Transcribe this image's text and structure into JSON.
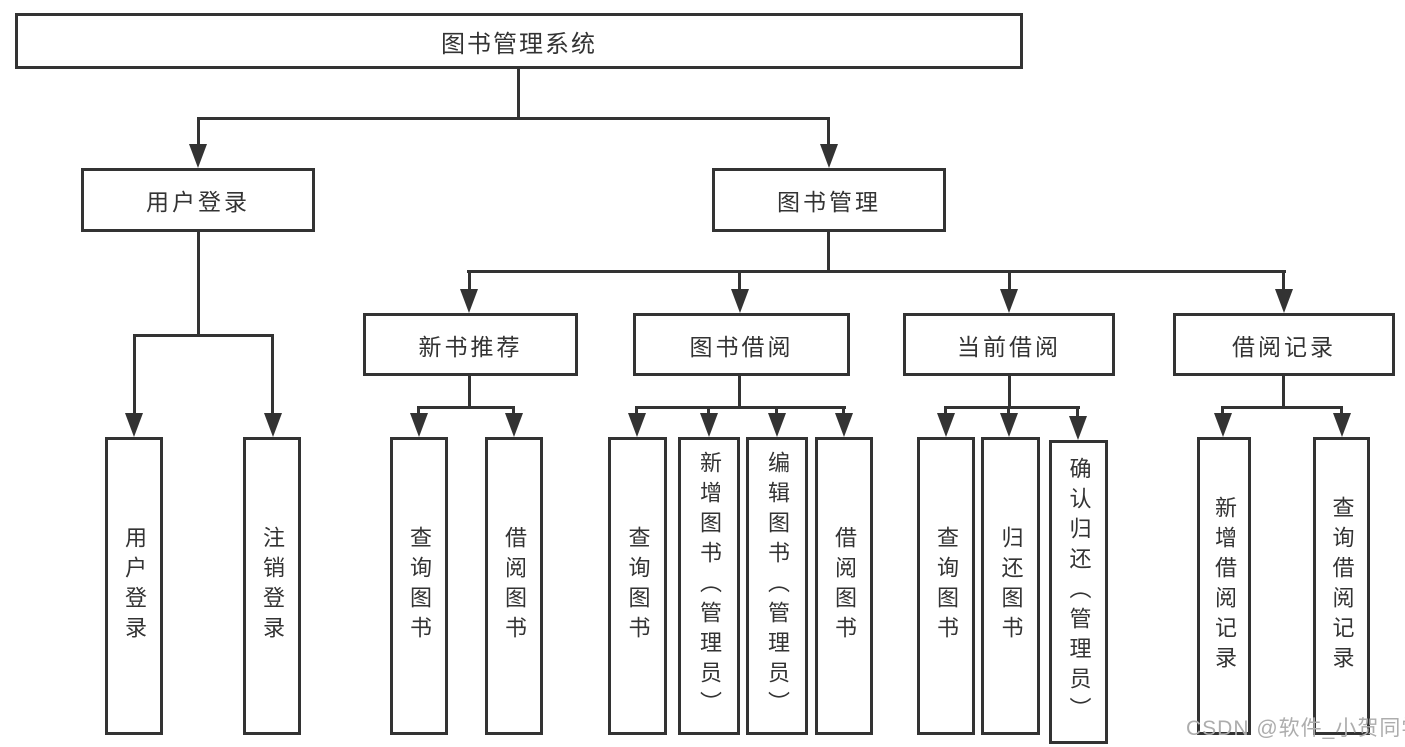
{
  "tree": {
    "root": {
      "label": "图书管理系统"
    },
    "children": [
      {
        "label": "用户登录",
        "children": [
          {
            "label": "用户登录"
          },
          {
            "label": "注销登录"
          }
        ]
      },
      {
        "label": "图书管理",
        "children": [
          {
            "label": "新书推荐",
            "children": [
              {
                "label": "查询图书"
              },
              {
                "label": "借阅图书"
              }
            ]
          },
          {
            "label": "图书借阅",
            "children": [
              {
                "label": "查询图书"
              },
              {
                "label": "新增图书（管理员）"
              },
              {
                "label": "编辑图书（管理员）"
              },
              {
                "label": "借阅图书"
              }
            ]
          },
          {
            "label": "当前借阅",
            "children": [
              {
                "label": "查询图书"
              },
              {
                "label": "归还图书"
              },
              {
                "label": "确认归还（管理员）"
              }
            ]
          },
          {
            "label": "借阅记录",
            "children": [
              {
                "label": "新增借阅记录"
              },
              {
                "label": "查询借阅记录"
              }
            ]
          }
        ]
      }
    ]
  },
  "watermark": {
    "label": "CSDN @软件_小贺同学",
    "color": "#adadad"
  },
  "colors": {
    "ink": "#333333",
    "background": "#ffffff"
  }
}
